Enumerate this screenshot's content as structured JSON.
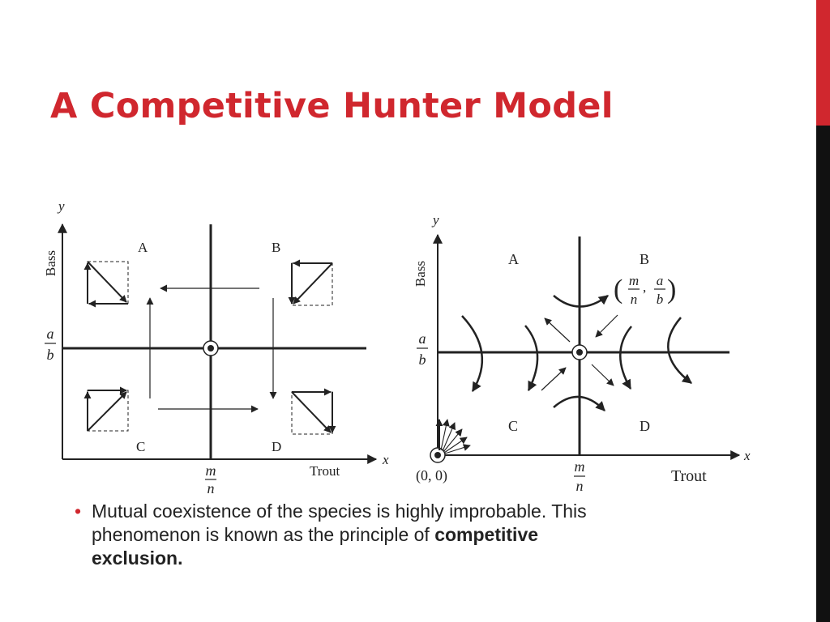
{
  "slide": {
    "title": "A Competitive Hunter Model",
    "colors": {
      "accent": "#d0272e",
      "side_bar_dark": "#111111",
      "text": "#222222"
    }
  },
  "left_figure": {
    "y_axis_letter": "y",
    "y_axis_label": "Bass",
    "x_axis_letter": "x",
    "x_axis_label": "Trout",
    "y_tick_num": "a",
    "y_tick_den": "b",
    "x_tick_num": "m",
    "x_tick_den": "n",
    "regions": {
      "A": "A",
      "B": "B",
      "C": "C",
      "D": "D"
    }
  },
  "right_figure": {
    "y_axis_letter": "y",
    "y_axis_label": "Bass",
    "x_axis_letter": "x",
    "x_axis_label": "Trout",
    "y_tick_num": "a",
    "y_tick_den": "b",
    "x_tick_num": "m",
    "x_tick_den": "n",
    "origin_label": "(0, 0)",
    "equilibrium_x_num": "m",
    "equilibrium_x_den": "n",
    "equilibrium_sep": ",",
    "equilibrium_y_num": "a",
    "equilibrium_y_den": "b",
    "regions": {
      "A": "A",
      "B": "B",
      "C": "C",
      "D": "D"
    }
  },
  "bullet": {
    "symbol": "•",
    "text_line1": "Mutual coexistence of the species is highly improbable. This",
    "text_line2_plain": "phenomenon is known as the principle of ",
    "text_bold_line2": "competitive",
    "text_bold_line3": "exclusion."
  }
}
